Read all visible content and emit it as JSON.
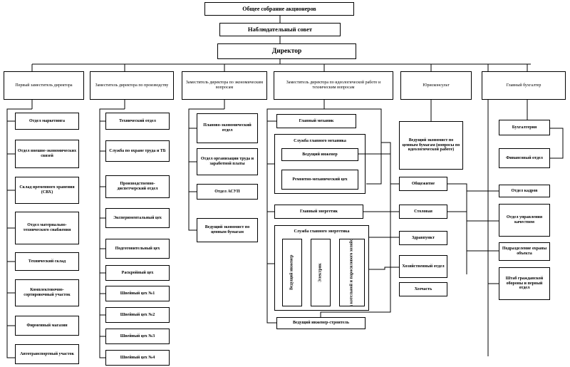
{
  "top": {
    "shareholders": "Общее собрание акционеров",
    "board": "Наблюдательный совет",
    "director": "Директор"
  },
  "deputies": {
    "first": "Первый заместитель директора",
    "production": "Заместитель директора по производству",
    "economics": "Заместитель директора по экономическим вопросам",
    "ideology": "Заместитель директора по идеологической работе и техническим вопросам",
    "lawyer": "Юрисконсульт",
    "accountant": "Главный бухгалтер"
  },
  "col1": [
    "Отдел маркетинга",
    "Отдел внешне-экономических связей",
    "Склад временного хранения (СВХ)",
    "Отдел материально-технического снабжения",
    "Технический склад",
    "Комплектовочно-сортировочный участок",
    "Фирменный магазин",
    "Автотранспортный участок"
  ],
  "col2": [
    "Технический отдел",
    "Служба по охране труда и ТБ",
    "Производственно-диспетчерский отдел",
    "Экспериментальный цех",
    "Подготовительный цех",
    "Раскройный цех",
    "Швейный цех №1",
    "Швейный цех №2",
    "Швейный цех №3",
    "Швейный цех №4"
  ],
  "col3": [
    "Планово-экономический отдел",
    "Отдел организации труда и заработной платы",
    "Отдел АСУП",
    "Ведущий экономист по ценным бумагам"
  ],
  "col4": {
    "chief_mechanic": "Главный механик",
    "mech_service": "Служба главного механика",
    "lead_engineer": "Ведущий инженер",
    "repair_shop": "Ремонтно-механический цех",
    "chief_power": "Главный энергетик",
    "power_service": "Служба главного энергетика",
    "power_lead_engineer": "Ведущий инженер",
    "electrician": "Электрик",
    "power_shop": "Цех котельной и паросилового хозяйства",
    "builder": "Ведущий инженер-строитель"
  },
  "col5": [
    "Ведущий экономист по ценным бумагам (вопросы по идеологической работе)",
    "Общежитие",
    "Столовая",
    "Здравпункт",
    "Хозяйственный отдел",
    "Хозчасть"
  ],
  "col6": {
    "bookkeeping": "Бухгалтерия",
    "finance": "Финансовый отдел",
    "hr": "Отдел кадров",
    "quality": "Отдел управления качеством",
    "security": "Подразделение охраны объекта",
    "civil_defense": "Штаб гражданской обороны и первый отдел"
  }
}
